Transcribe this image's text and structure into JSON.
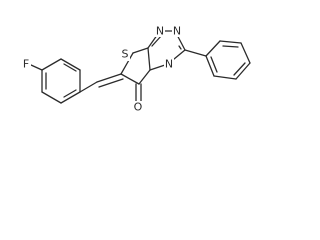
{
  "atoms": {
    "fluorine": "F",
    "sulfur": "S",
    "nitrogen_1": "N",
    "nitrogen_2": "N",
    "nitrogen_3": "N",
    "oxygen": "O"
  }
}
